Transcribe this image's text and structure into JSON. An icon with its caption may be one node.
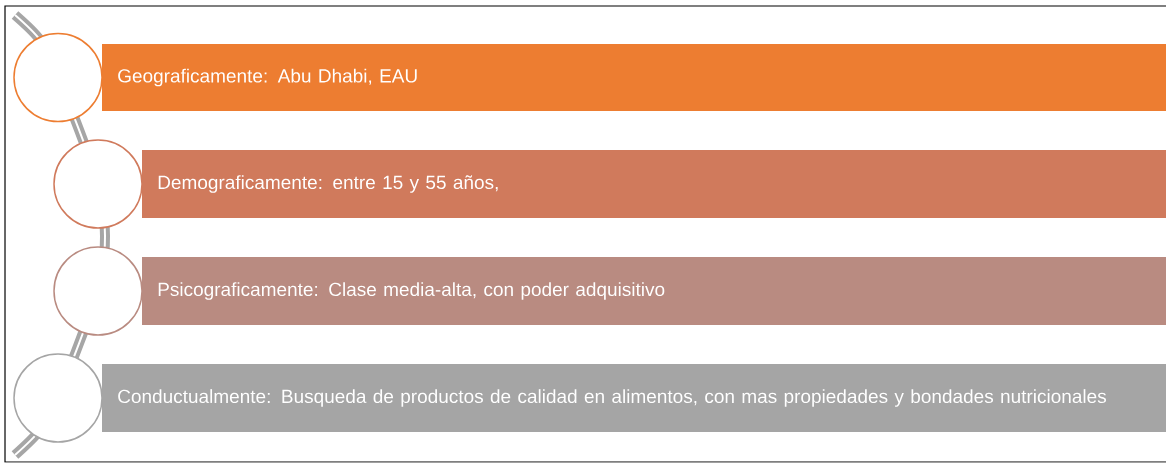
{
  "diagram": {
    "nodes": [
      {
        "text": [
          "Geograficamente: Abu Dhabi, EAU"
        ]
      },
      {
        "text": [
          "Demograficamente: entre 15 y 55 años,"
        ]
      },
      {
        "text": [
          "Psicograficamente: Clase media-alta, con poder adquisitivo"
        ]
      },
      {
        "text": [
          "Conductualmente: Busqueda de productos de calidad en alimentos, con mas propiedades y bondades nutricionales"
        ]
      },
      {
        "text": [],
        "shape": "circle"
      },
      {
        "text": [],
        "shape": "circle"
      },
      {
        "text": [],
        "shape": "circle"
      },
      {
        "text": [],
        "shape": "circle"
      }
    ]
  }
}
